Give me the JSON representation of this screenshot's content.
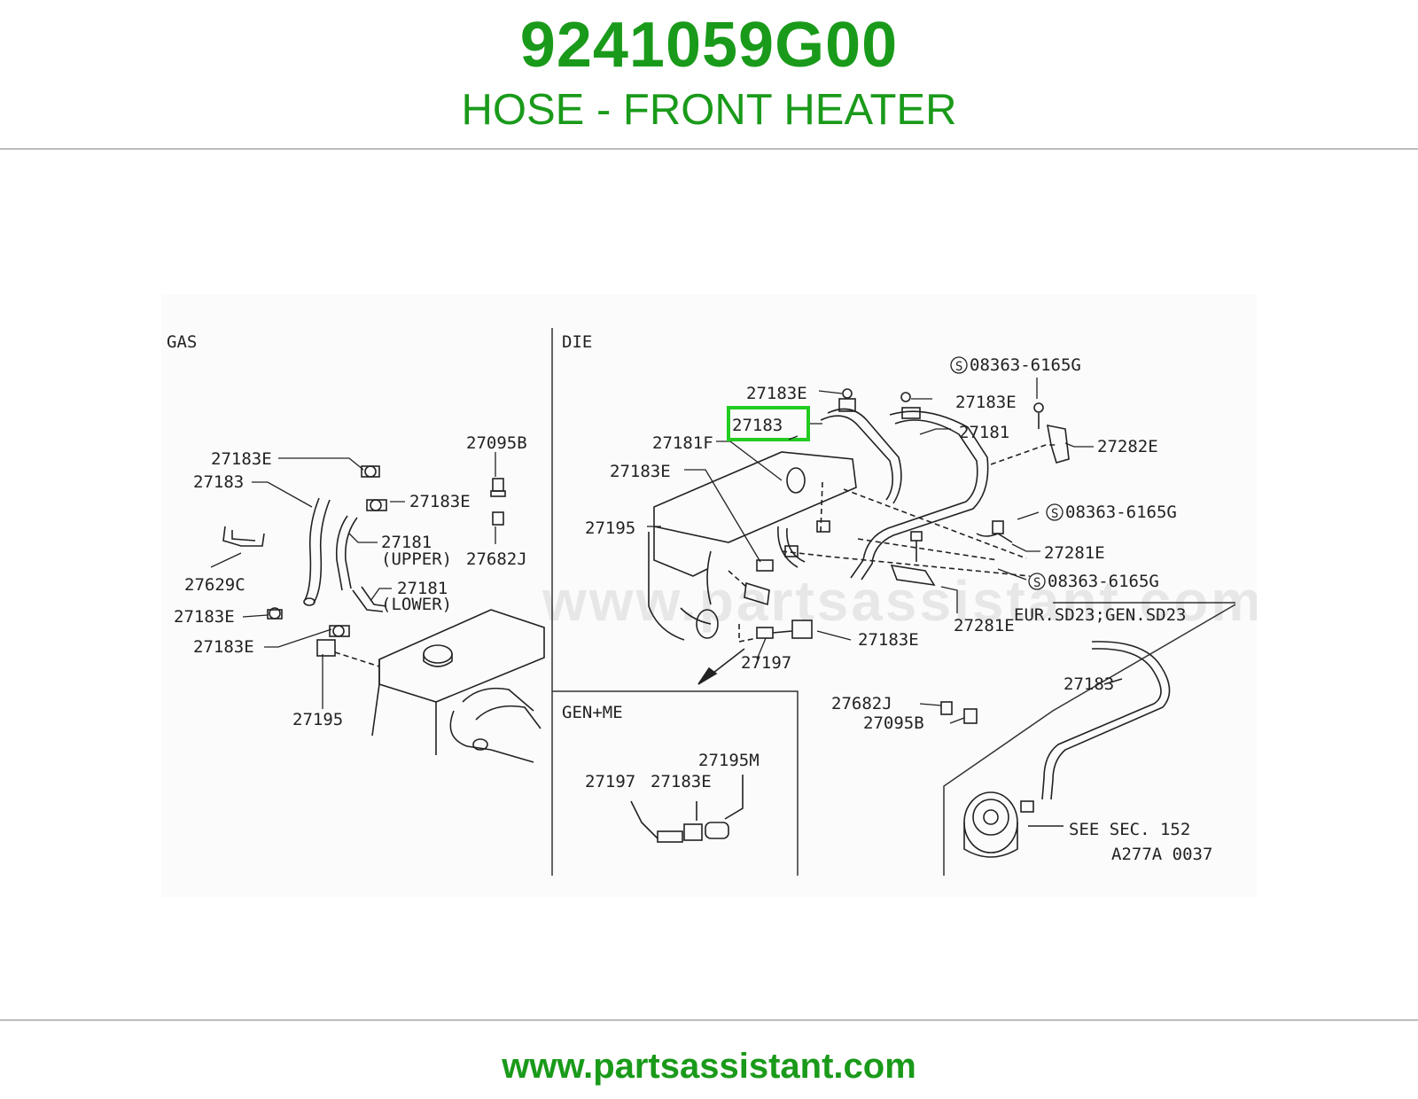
{
  "header": {
    "part_number": "9241059G00",
    "part_name": "HOSE - FRONT HEATER"
  },
  "diagram": {
    "watermark": "www.partsassistant.com",
    "sections": {
      "gas": "GAS",
      "die": "DIE",
      "gen_me": "GEN+ME",
      "eur": "EUR.SD23;GEN.SD23"
    },
    "highlighted_part": "27183",
    "labels": {
      "gas_27183E_a": "27183E",
      "gas_27183": "27183",
      "gas_27183E_b": "27183E",
      "gas_27095B": "27095B",
      "gas_27181_upper": "27181",
      "gas_upper": "(UPPER)",
      "gas_27682J": "27682J",
      "gas_27629C": "27629C",
      "gas_27181_lower": "27181",
      "gas_lower": "(LOWER)",
      "gas_27183E_c": "27183E",
      "gas_27183E_d": "27183E",
      "gas_27195": "27195",
      "die_27183E_a": "27183E",
      "die_27183E_b": "27183E",
      "die_08363_a": "08363-6165G",
      "die_27181F": "27181F",
      "die_27181": "27181",
      "die_27282E": "27282E",
      "die_27183E_c": "27183E",
      "die_27195": "27195",
      "die_08363_b": "08363-6165G",
      "die_27281E_a": "27281E",
      "die_08363_c": "08363-6165G",
      "die_27281E_b": "27281E",
      "die_27183E_d": "27183E",
      "die_27197": "27197",
      "die_27682J": "27682J",
      "die_27095B": "27095B",
      "gen_27195M": "27195M",
      "gen_27197": "27197",
      "gen_27183E": "27183E",
      "eur_27183": "27183",
      "eur_see_sec": "SEE SEC. 152",
      "figure_code": "A277A 0037"
    }
  },
  "footer": {
    "url": "www.partsassistant.com"
  },
  "colors": {
    "brand_green": "#1a9a1a",
    "highlight_green": "#22cc22",
    "rule_gray": "#bdbdbd"
  }
}
